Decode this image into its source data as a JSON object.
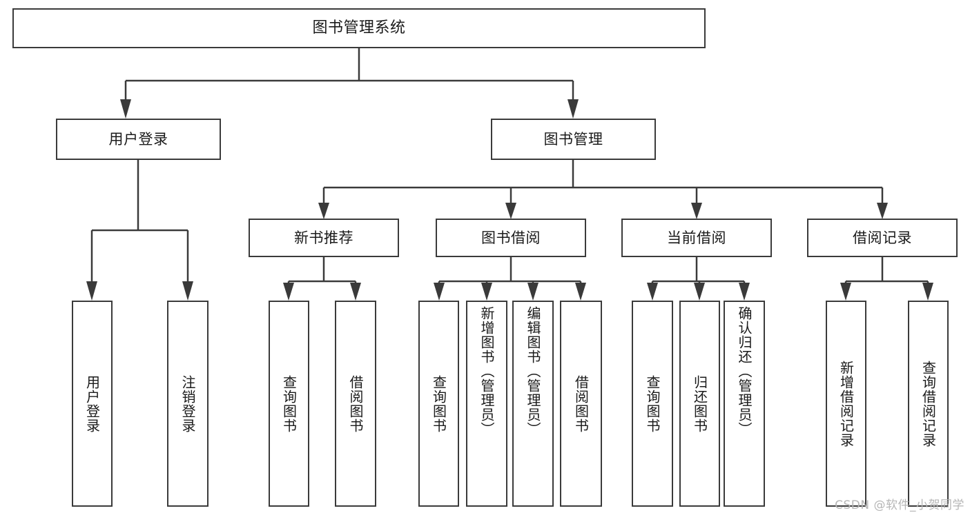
{
  "diagram": {
    "title": "图书管理系统",
    "type": "tree",
    "orientation": "top-down",
    "colors": {
      "stroke": "#3a3a3a",
      "box_fill": "#ffffff",
      "text": "#1a1a1a",
      "background": "#ffffff",
      "watermark": "#b6b6b6"
    },
    "levels": {
      "root": {
        "label": "图书管理系统"
      },
      "level2": [
        {
          "label": "用户登录"
        },
        {
          "label": "图书管理"
        }
      ],
      "level3": [
        {
          "label": "新书推荐"
        },
        {
          "label": "图书借阅"
        },
        {
          "label": "当前借阅"
        },
        {
          "label": "借阅记录"
        }
      ]
    },
    "nodes": {
      "root": "图书管理系统",
      "user_login": "用户登录",
      "book_manage": "图书管理",
      "new_book_rec": "新书推荐",
      "book_borrow": "图书借阅",
      "current_borrow": "当前借阅",
      "borrow_record": "借阅记录",
      "leaf_user_login": "用户登录",
      "leaf_user_logout": "注销登录",
      "leaf_rec_query_book": "查询图书",
      "leaf_rec_borrow_book": "借阅图书",
      "leaf_borrow_query_book": "查询图书",
      "leaf_borrow_add_book": "新增图书（管理员）",
      "leaf_borrow_edit_book": "编辑图书（管理员）",
      "leaf_borrow_borrow_book": "借阅图书",
      "leaf_cur_query_book": "查询图书",
      "leaf_cur_return_book": "归还图书",
      "leaf_cur_confirm_return": "确认归还（管理员）",
      "leaf_rec_add_record": "新增借阅记录",
      "leaf_rec_query_record": "查询借阅记录"
    },
    "edges": [
      {
        "from": "图书管理系统",
        "to": "用户登录"
      },
      {
        "from": "图书管理系统",
        "to": "图书管理"
      },
      {
        "from": "用户登录",
        "to": "用户登录"
      },
      {
        "from": "用户登录",
        "to": "注销登录"
      },
      {
        "from": "图书管理",
        "to": "新书推荐"
      },
      {
        "from": "图书管理",
        "to": "图书借阅"
      },
      {
        "from": "图书管理",
        "to": "当前借阅"
      },
      {
        "from": "图书管理",
        "to": "借阅记录"
      },
      {
        "from": "新书推荐",
        "to": "查询图书"
      },
      {
        "from": "新书推荐",
        "to": "借阅图书"
      },
      {
        "from": "图书借阅",
        "to": "查询图书"
      },
      {
        "from": "图书借阅",
        "to": "新增图书（管理员）"
      },
      {
        "from": "图书借阅",
        "to": "编辑图书（管理员）"
      },
      {
        "from": "图书借阅",
        "to": "借阅图书"
      },
      {
        "from": "当前借阅",
        "to": "查询图书"
      },
      {
        "from": "当前借阅",
        "to": "归还图书"
      },
      {
        "from": "当前借阅",
        "to": "确认归还（管理员）"
      },
      {
        "from": "借阅记录",
        "to": "新增借阅记录"
      },
      {
        "from": "借阅记录",
        "to": "查询借阅记录"
      }
    ]
  },
  "watermark": {
    "text": "CSDN @软件_小贺同学"
  }
}
